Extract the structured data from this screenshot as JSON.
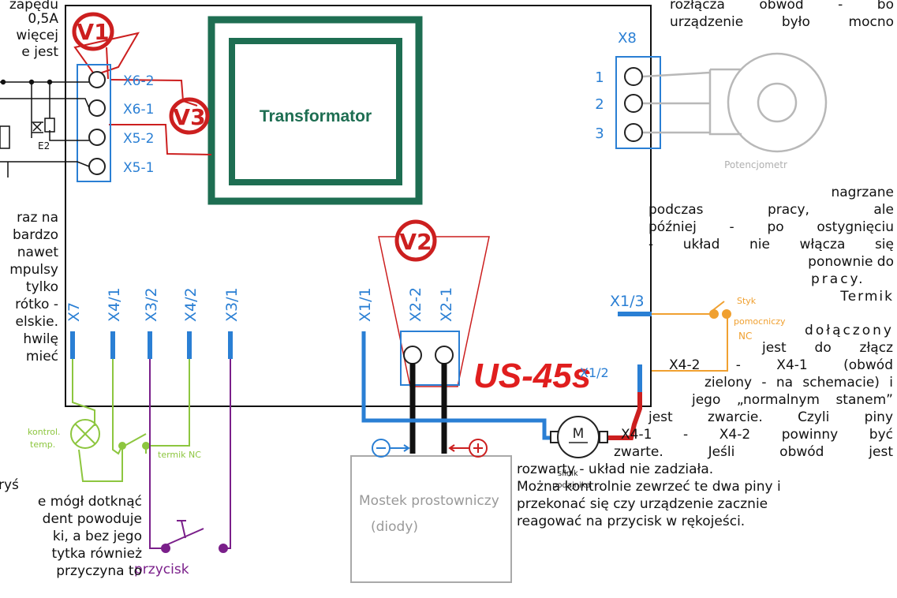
{
  "colors": {
    "board": "#111111",
    "transformer": "#1e6e52",
    "connector": "#2a7fd4",
    "red": "#cc1f1f",
    "green": "#8dc63f",
    "purple": "#7a1f8a",
    "orange": "#f0a030",
    "gray": "#9a9a9a"
  },
  "board": {
    "model": "US-45s",
    "transformer_label": "Transformator"
  },
  "markers": {
    "v1": "V1",
    "v2": "V2",
    "v3": "V3"
  },
  "x6x5_block": {
    "labels": [
      "X6-2",
      "X6-1",
      "X5-2",
      "X5-1"
    ],
    "e2_label": "E2"
  },
  "x8_block": {
    "title": "X8",
    "pins": [
      "1",
      "2",
      "3"
    ],
    "potentiometer_label": "Potencjometr"
  },
  "bottom_connectors": {
    "labels": [
      "X7",
      "X4/1",
      "X3/2",
      "X4/2",
      "X3/1"
    ]
  },
  "x2_block": {
    "labels": [
      "X2-2",
      "X2-1"
    ]
  },
  "x1": {
    "x1_1": "X1/1",
    "x1_2": "X1/2",
    "x1_3": "X1/3"
  },
  "aux_contact": {
    "line1": "Styk",
    "line2": "pomocniczy",
    "line3": "NC"
  },
  "lamp": {
    "line1": "kontrol.",
    "line2": "temp."
  },
  "thermostat_label": "termik NC",
  "button_label": "przycisk",
  "rectifier": {
    "line1": "Mostek prostowniczy",
    "line2": "(diody)"
  },
  "motor": {
    "symbol": "M",
    "line1": "silnik",
    "line2": "podajnika"
  },
  "left_text": {
    "l1": "zapędu",
    "l2": "0,5A",
    "l3": "więcej",
    "l4": "e jest",
    "l5": "raz na",
    "l6": "bardzo",
    "l7": "nawet",
    "l8": "mpulsy",
    "l9": "tylko",
    "l10": "rótko -",
    "l11": "elskie.",
    "l12": "hwilę",
    "l13": "mieć",
    "l14": "ryś",
    "l15": "e mógł dotknąć",
    "l16": "dent powoduje",
    "l17": "ki, a bez jego",
    "l18": "tytka również",
    "l19": "przyczyna to"
  },
  "right_text": {
    "t1": "rozłącza obwód - bo",
    "t2": "urządzenie było mocno",
    "p1": "nagrzane",
    "p2": "podczas pracy, ale",
    "p3": "później - po ostygnięciu",
    "p4": "- układ nie włącza się",
    "p5": "ponownie do",
    "p6": "pracy.",
    "p7": "Termik",
    "p8": "dołączony",
    "p9": "jest do złącz",
    "p10": "X4-2 - X4-1 (obwód",
    "p11": "zielony - na schemacie) i",
    "p12": "jego „normalnym stanem”",
    "p13": "jest zwarcie. Czyli piny",
    "p14": "X4-1 - X4-2 powinny być",
    "p15": "zwarte. Jeśli obwód jest",
    "p16": "rozwarty - układ nie zadziała.",
    "p17": "Można kontrolnie zewrzeć te dwa piny i",
    "p18": "przekonać się czy urządzenie zacznie",
    "p19": "reagować na przycisk w rękojeści."
  }
}
